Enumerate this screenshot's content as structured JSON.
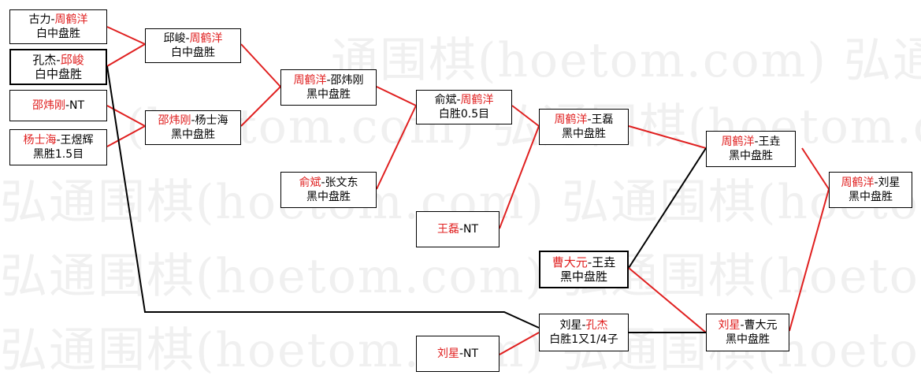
{
  "watermark": {
    "text": "弘通围棋(hoetom.com)",
    "rows": [
      "通围棋(hoetom.com) 弘通围棋(hoetom.",
      "(hoetom.com) 弘通围棋(hoetom.com) 弘通围棋(hoetom.",
      "弘通围棋(hoetom.com) 弘通围棋(hoetom.",
      "弘通围棋(hoetom.com) 弘通围棋(hoetom.",
      "弘通围棋(hoetom.com) 弘通围棋(hoetom."
    ]
  },
  "colors": {
    "winner": "#e02020",
    "text": "#000000",
    "link_win": "#e02020",
    "link_plain": "#000000"
  },
  "matches": [
    {
      "id": "m1",
      "p1": "古力",
      "sep": "-",
      "p2": "周鹤洋",
      "winner": 2,
      "result": "白中盘胜"
    },
    {
      "id": "m2",
      "p1": "孔杰",
      "sep": "-",
      "p2": "邱峻",
      "winner": 2,
      "result": "白中盘胜"
    },
    {
      "id": "m3",
      "p1": "邵炜刚",
      "sep": "-",
      "p2": "NT",
      "winner": 1,
      "result": ""
    },
    {
      "id": "m4",
      "p1": "杨士海",
      "sep": "-",
      "p2": "王煜辉",
      "winner": 1,
      "result": "黑胜1.5目"
    },
    {
      "id": "m5",
      "p1": "邱峻",
      "sep": "-",
      "p2": "周鹤洋",
      "winner": 2,
      "result": "白中盘胜"
    },
    {
      "id": "m6",
      "p1": "邵炜刚",
      "sep": "-",
      "p2": "杨士海",
      "winner": 1,
      "result": "黑中盘胜"
    },
    {
      "id": "m7",
      "p1": "周鹤洋",
      "sep": "-",
      "p2": "邵炜刚",
      "winner": 1,
      "result": "黑中盘胜"
    },
    {
      "id": "m8",
      "p1": "俞斌",
      "sep": "-",
      "p2": "张文东",
      "winner": 1,
      "result": "黑中盘胜"
    },
    {
      "id": "m9",
      "p1": "俞斌",
      "sep": "-",
      "p2": "周鹤洋",
      "winner": 2,
      "result": "白胜0.5目"
    },
    {
      "id": "m10",
      "p1": "王磊",
      "sep": "-",
      "p2": "NT",
      "winner": 1,
      "result": ""
    },
    {
      "id": "m11",
      "p1": "周鹤洋",
      "sep": "-",
      "p2": "王磊",
      "winner": 1,
      "result": "黑中盘胜"
    },
    {
      "id": "m12",
      "p1": "曹大元",
      "sep": "-",
      "p2": "王垚",
      "winner": 1,
      "result": "黑中盘胜"
    },
    {
      "id": "m13",
      "p1": "刘星",
      "sep": "-",
      "p2": "NT",
      "winner": 1,
      "result": ""
    },
    {
      "id": "m14",
      "p1": "刘星",
      "sep": "-",
      "p2": "孔杰",
      "winner": 2,
      "result": "白胜1又1/4子"
    },
    {
      "id": "m15",
      "p1": "周鹤洋",
      "sep": "-",
      "p2": "王垚",
      "winner": 1,
      "result": "黑中盘胜"
    },
    {
      "id": "m16",
      "p1": "刘星",
      "sep": "-",
      "p2": "曹大元",
      "winner": 1,
      "result": "黑中盘胜"
    },
    {
      "id": "m17",
      "p1": "周鹤洋",
      "sep": "-",
      "p2": "刘星",
      "winner": 1,
      "result": "黑中盘胜"
    }
  ]
}
